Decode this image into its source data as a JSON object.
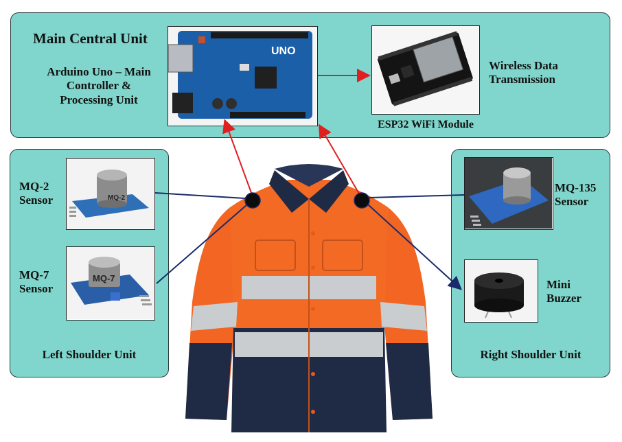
{
  "main_unit": {
    "title": "Main Central Unit",
    "controller_line1": "Arduino Uno – Main",
    "controller_line2": "Controller &",
    "controller_line3": "Processing Unit",
    "board_label": "UNO",
    "wireless_line1": "Wireless Data",
    "wireless_line2": "Transmission",
    "esp32_label": "ESP32 WiFi Module"
  },
  "left_unit": {
    "title": "Left Shoulder Unit",
    "mq2_line1": "MQ-2",
    "mq2_line2": "Sensor",
    "mq2_chip": "MQ-2",
    "mq7_line1": "MQ-7",
    "mq7_line2": "Sensor",
    "mq7_chip": "MQ-7"
  },
  "right_unit": {
    "title": "Right Shoulder Unit",
    "mq135_line1": "MQ-135",
    "mq135_line2": "Sensor",
    "buzzer_line1": "Mini",
    "buzzer_line2": "Buzzer"
  },
  "colors": {
    "panel": "#80d6cc",
    "arrow_red": "#e02020",
    "line_navy": "#1a2a6c",
    "shirt_orange": "#f26522",
    "shirt_navy": "#1f2a44"
  }
}
